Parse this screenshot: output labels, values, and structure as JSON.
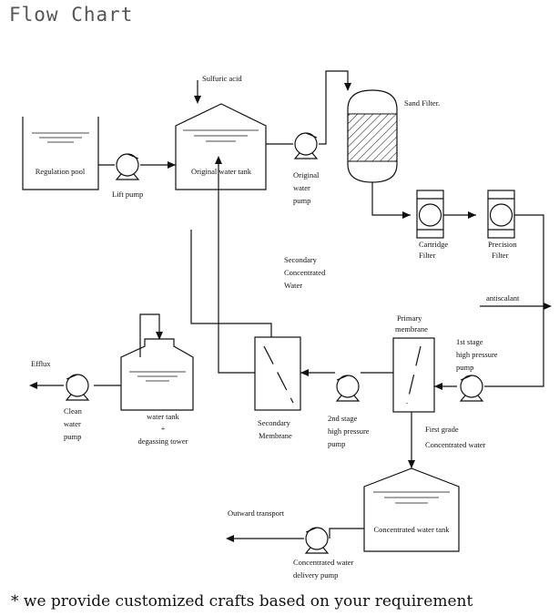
{
  "title": "Flow Chart",
  "footer": "* we provide customized crafts based on your requirement",
  "diagram": {
    "inputs": {
      "sulfuric_acid": "Sulfuric acid",
      "antiscalant": "antiscalant"
    },
    "equipment": {
      "regulation_pool": "Regulation pool",
      "original_water_tank": "Original water tank",
      "sand_filter": "Sand Filter.",
      "cartridge_filter": [
        "Cartridge",
        "Filter"
      ],
      "precision_filter": [
        "Precision",
        "Filter"
      ],
      "primary_membrane": [
        "Primary",
        "membrane"
      ],
      "secondary_membrane": [
        "Secondary",
        "Membrane"
      ],
      "water_tank_degassing": [
        "water tank",
        "+",
        "degassing tower"
      ],
      "concentrated_water_tank": "Concentrated water tank"
    },
    "pumps": {
      "lift_pump": "Lift pump",
      "original_water_pump": [
        "Original",
        "water",
        "pump"
      ],
      "first_stage_pump": [
        "1st stage",
        "high pressure",
        "pump"
      ],
      "second_stage_pump": [
        "2nd stage",
        "high pressure",
        "pump"
      ],
      "clean_water_pump": [
        "Clean",
        "water",
        "pump"
      ],
      "concentrated_delivery_pump": [
        "Concentrated water",
        "delivery pump"
      ]
    },
    "streams": {
      "secondary_concentrated": [
        "Secondary",
        "Concentrated",
        "Water"
      ],
      "first_grade_concentrated": [
        "First grade",
        "Concentrated water"
      ],
      "efflux": "Efflux",
      "outward_transport": "Outward transport"
    }
  }
}
